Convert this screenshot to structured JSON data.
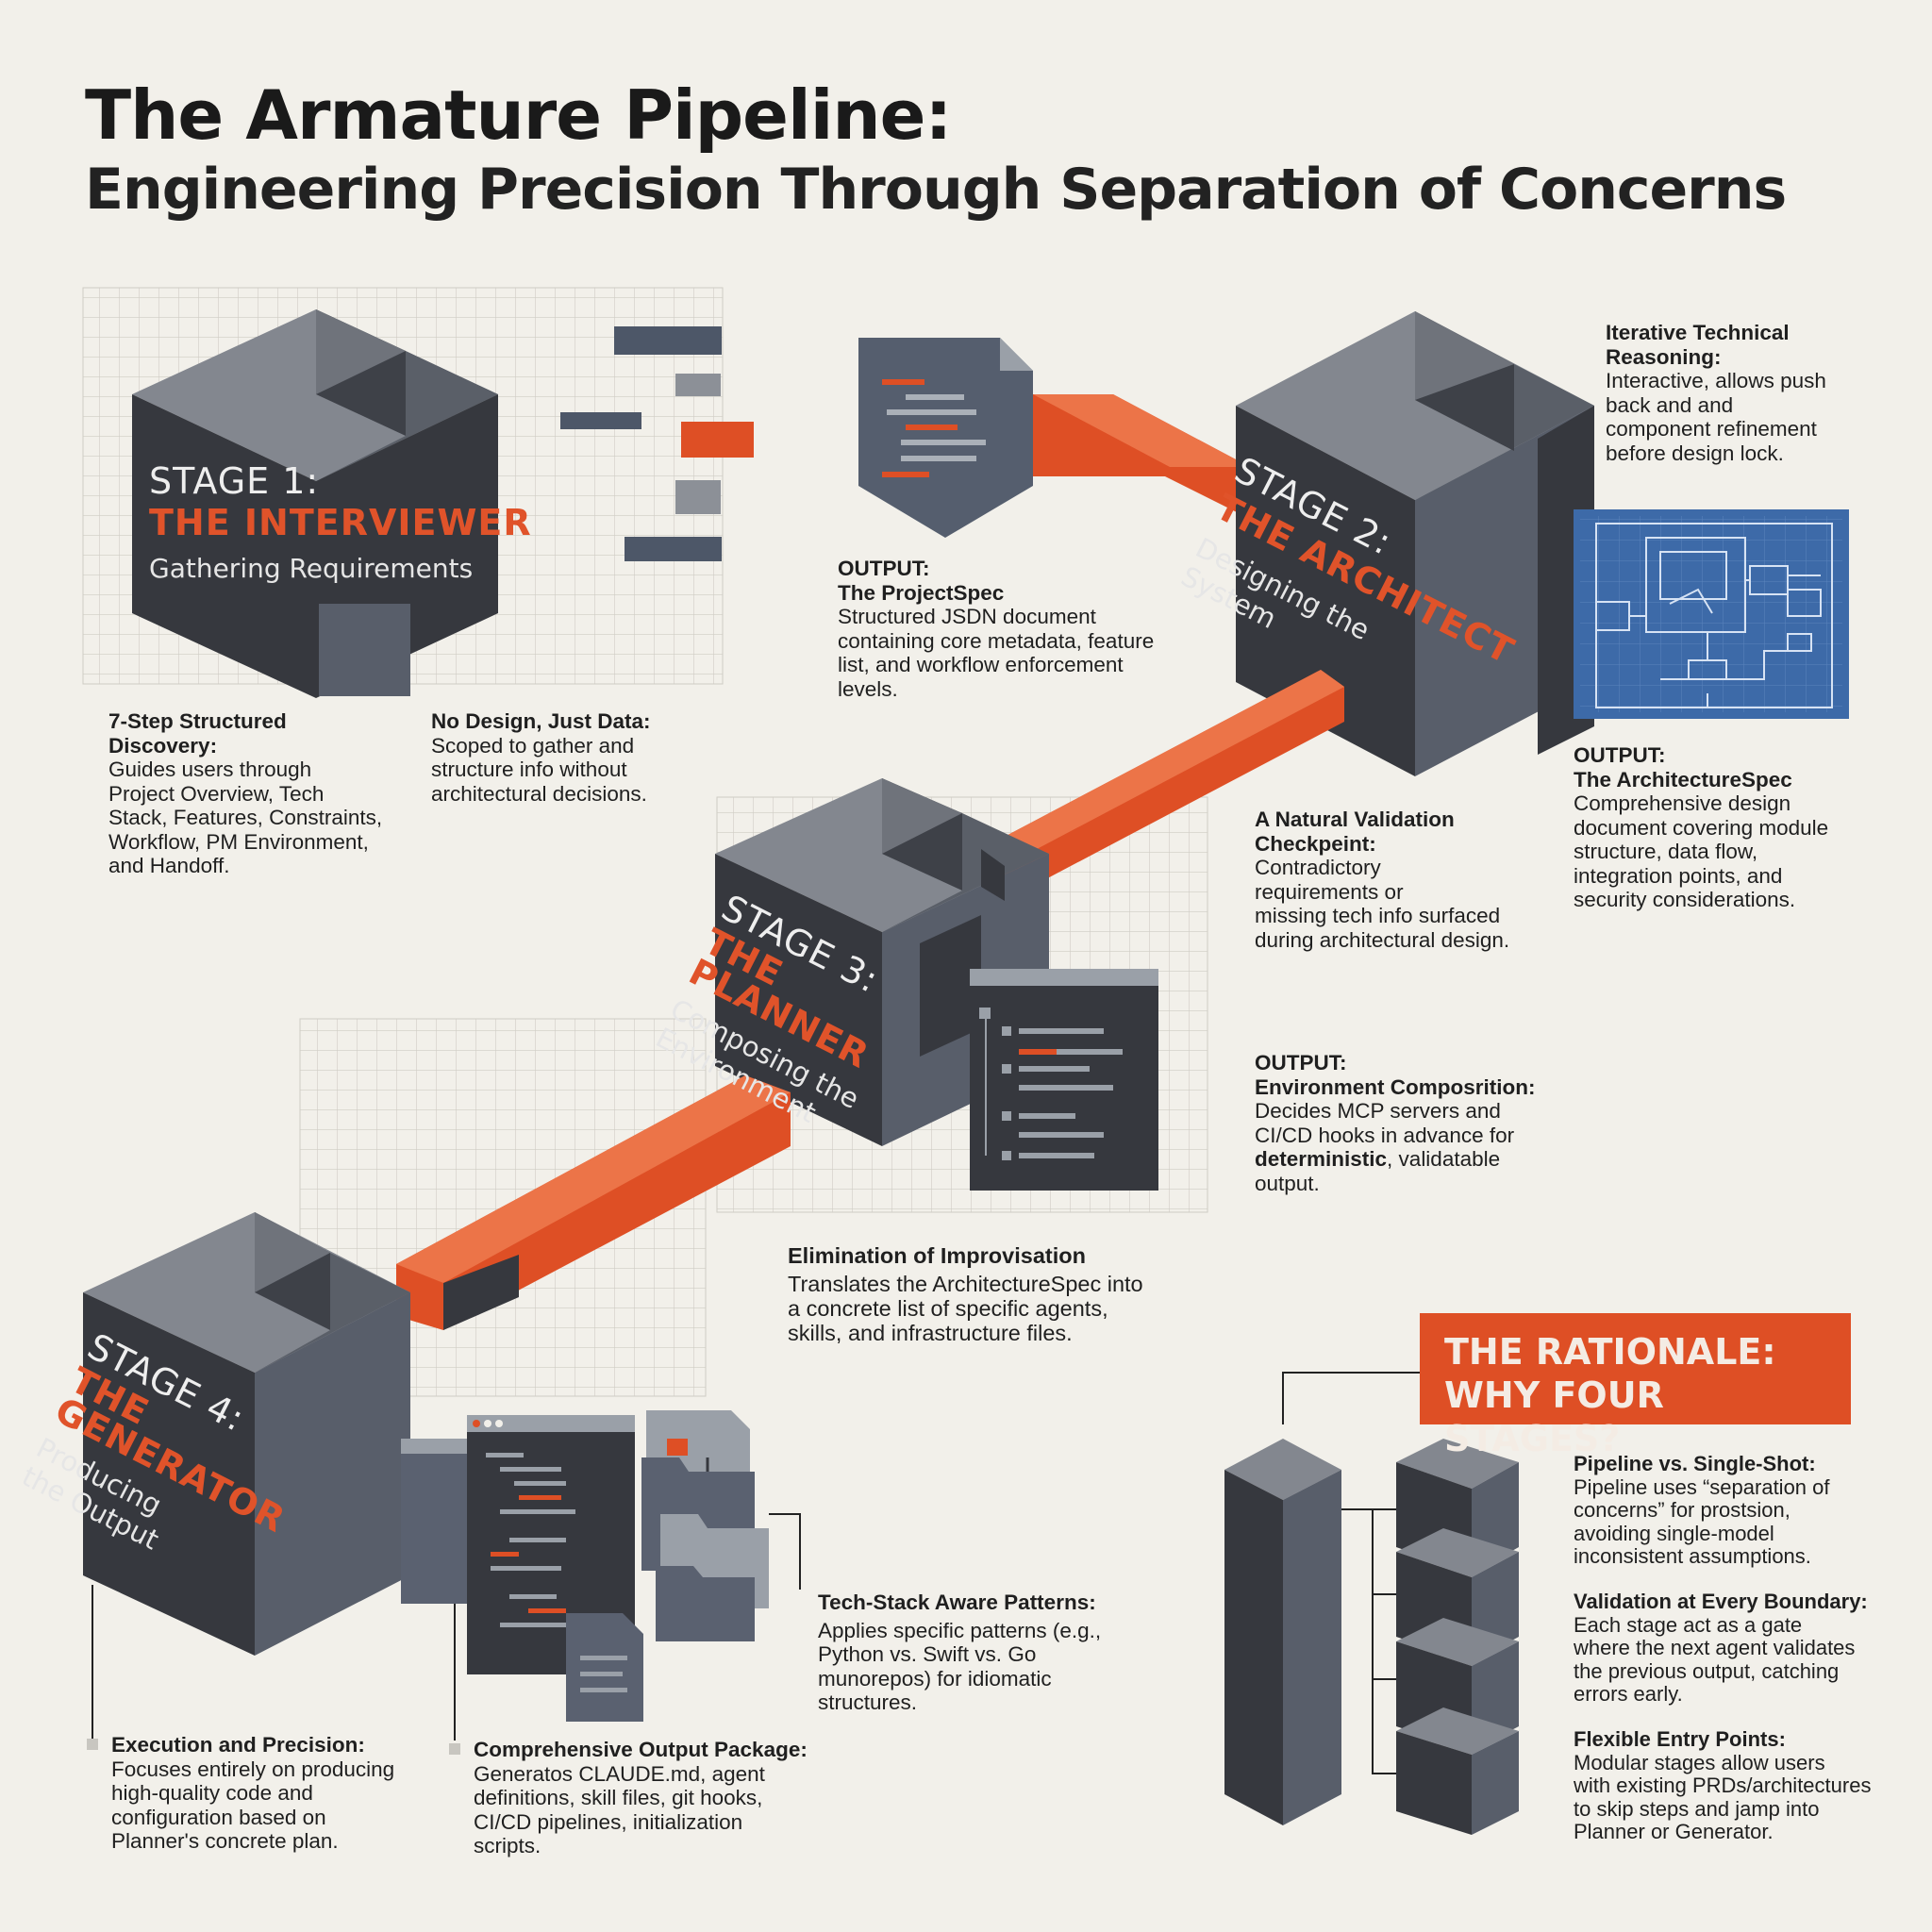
{
  "header": {
    "title": "The Armature Pipeline:",
    "subtitle": "Engineering Precision Through Separation of Concerns"
  },
  "colors": {
    "background": "#f2f0ea",
    "cube_front": "#36383e",
    "cube_top": "#83878f",
    "cube_side": "#585e6a",
    "accent_orange": "#de4f25",
    "blueprint_blue": "#3d6aa8",
    "text": "#1b1b1b"
  },
  "stages": [
    {
      "number_label": "STAGE 1:",
      "role": "THE INTERVIEWER",
      "description": "Gathering Requirements"
    },
    {
      "number_label": "STAGE 2:",
      "role": "THE ARCHITECT",
      "description_lines": [
        "Designing the",
        "System"
      ]
    },
    {
      "number_label": "STAGE 3:",
      "role_lines": [
        "THE",
        "PLANNER"
      ],
      "description_lines": [
        "Composing the",
        "Environment"
      ]
    },
    {
      "number_label": "STAGE 4:",
      "role_lines": [
        "THE",
        "GENERATOR"
      ],
      "description_lines": [
        "Producing",
        "the Output"
      ]
    }
  ],
  "notes": {
    "discovery": {
      "heading_lines": [
        "7-Step Structured",
        "Discovery:"
      ],
      "body_lines": [
        "Guides users through",
        "Project Overview, Tech",
        "Stack, Features, Constraints,",
        "Workflow, PM Environment,",
        "and Handoff."
      ]
    },
    "no_design": {
      "heading": "No Design, Just Data:",
      "body_lines": [
        "Scoped to gather and",
        "structure info without",
        "architectural decisions."
      ]
    },
    "projectspec": {
      "heading_lines": [
        "OUTPUT:",
        "The ProjectSpec"
      ],
      "body_lines": [
        "Structured JSDN document",
        "containing core metadata, feature",
        "list, and workflow enforcement",
        "levels."
      ]
    },
    "iterative": {
      "heading_lines": [
        "Iterative Technical",
        "Reasoning:"
      ],
      "body_lines": [
        "Interactive, allows push",
        "back and and",
        "component refinement",
        "before design lock."
      ]
    },
    "architecturespec": {
      "heading_lines": [
        "OUTPUT:",
        "The ArchitectureSpec"
      ],
      "body_lines": [
        "Comprehensive design",
        "document covering module",
        "structure, data flow,",
        "integration points, and",
        "security considerations."
      ]
    },
    "validation_checkpoint": {
      "heading_lines": [
        "A Natural Validation",
        "Checkpeint:"
      ],
      "body_lines": [
        "Contradictory",
        "requirements or",
        "missing tech info surfaced",
        "during architectural design."
      ]
    },
    "environment": {
      "heading_lines": [
        "OUTPUT:",
        "Environment Composrition:"
      ],
      "body_lines": [
        "Decides MCP servers and",
        "CI/CD hooks in advance for"
      ],
      "bold_word": "deterministic",
      "body_after_bold": ", validatable",
      "body_tail": "output."
    },
    "improvisation": {
      "heading": "Elimination of Improvisation",
      "body_lines": [
        "Translates the ArchitectureSpec into",
        "a concrete list of specific agents,",
        "skills, and infrastructure files."
      ]
    },
    "techstack": {
      "heading": "Tech-Stack Aware Patterns:",
      "body_lines": [
        "Applies specific patterns (e.g.,",
        "Python vs. Swift vs. Go",
        "munorepos) for idiomatic",
        "structures."
      ]
    },
    "execution": {
      "heading": "Execution and Precision:",
      "body_lines": [
        "Focuses entirely on producing",
        "high-quality code and",
        "configuration based on",
        "Planner's concrete plan."
      ]
    },
    "output_package": {
      "heading": "Comprehensive Output Package:",
      "body_lines": [
        "Generatos CLAUDE.md, agent",
        "definitions, skill files, git hooks,",
        "CI/CD pipelines, initialization",
        "scripts."
      ]
    }
  },
  "rationale": {
    "title_lines": [
      "THE RATIONALE:",
      "WHY FOUR STAGES?"
    ],
    "points": [
      {
        "heading": "Pipeline vs. Single-Shot:",
        "body_lines": [
          "Pipeline uses “separation of",
          "concerns” for prostsion,",
          "avoiding single-model",
          "inconsistent assumptions."
        ]
      },
      {
        "heading": "Validation at Every Boundary:",
        "body_lines": [
          "Each stage act as a gate",
          "where the next agent validates",
          "the previous output, catching",
          "errors early."
        ]
      },
      {
        "heading": "Flexible Entry Points:",
        "body_lines": [
          "Modular stages allow users",
          "with existing PRDs/architectures",
          "to skip steps and jamp into",
          "Planner or Generator."
        ]
      }
    ]
  }
}
